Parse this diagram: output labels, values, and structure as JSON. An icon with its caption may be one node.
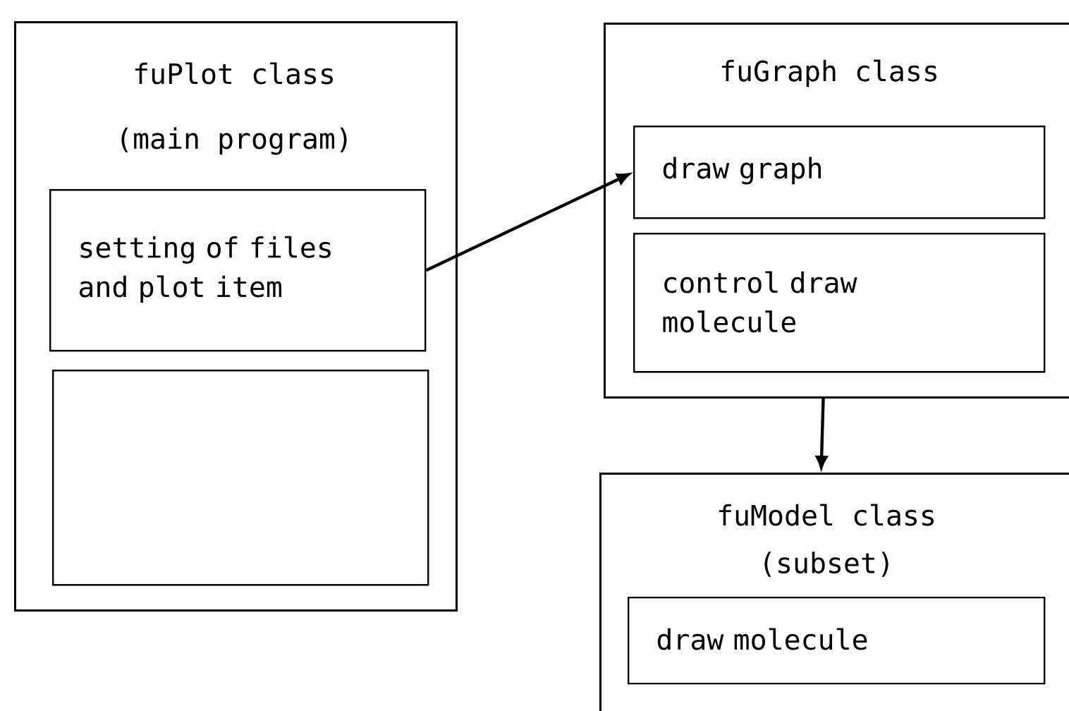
{
  "diagram": {
    "nodes": [
      {
        "text": [
          "fuPlot class",
          "(main program)"
        ]
      },
      {
        "text": [
          "setting of files and plot item"
        ],
        "in": 0
      },
      {
        "text": [],
        "shape": "box",
        "in": 0
      },
      {
        "text": [
          "fuGraph class"
        ]
      },
      {
        "text": [
          "draw graph"
        ],
        "in": 3
      },
      {
        "text": [
          "control draw molecule"
        ],
        "in": 3
      },
      {
        "text": [
          "fuModel class",
          "(subset)"
        ]
      },
      {
        "text": [
          "draw molecule"
        ],
        "in": 6
      }
    ],
    "edges": [
      {
        "from": 1,
        "to": 4,
        "arrow": "to"
      },
      {
        "from": 3,
        "to": 6,
        "arrow": "to"
      }
    ]
  }
}
